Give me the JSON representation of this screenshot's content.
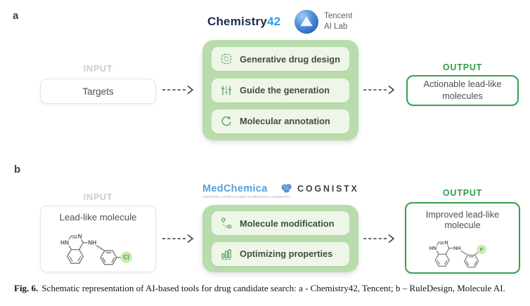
{
  "panel_a": {
    "label": "a",
    "logos": {
      "chemistry42_part1": "Chemistry",
      "chemistry42_part2": "42",
      "tencent_line1": "Tencent",
      "tencent_line2": "AI Lab"
    },
    "input": {
      "label": "INPUT",
      "box_text": "Targets"
    },
    "tools": [
      {
        "icon": "generative-drug-design-icon",
        "label": "Generative drug design"
      },
      {
        "icon": "sliders-icon",
        "label": "Guide the generation"
      },
      {
        "icon": "refresh-icon",
        "label": "Molecular annotation"
      }
    ],
    "output": {
      "label": "OUTPUT",
      "box_text": "Actionable lead-like molecules"
    }
  },
  "panel_b": {
    "label": "b",
    "logos": {
      "medchemica_name": "MedChemica",
      "medchemica_tagline": "CREATING A STEP CHANGE IN MEDICINAL CHEMISTRY",
      "cognistx_name": "COGNISTX"
    },
    "input": {
      "label": "INPUT",
      "box_title": "Lead-like molecule",
      "molecule": {
        "hn": "HN",
        "n": "N",
        "nh": "NH",
        "halogen": "Cl"
      }
    },
    "tools": [
      {
        "icon": "transform-icon",
        "label": "Molecule modification"
      },
      {
        "icon": "bar-chart-icon",
        "label": "Optimizing properties"
      }
    ],
    "output": {
      "label": "OUTPUT",
      "box_title": "Improved lead-like molecule",
      "molecule": {
        "hn": "HN",
        "n": "N",
        "nh": "NH",
        "halogen": "F"
      }
    }
  },
  "caption": {
    "prefix": "Fig. 6.",
    "text": "Schematic representation of AI-based tools for drug candidate search: a - Chemistry42, Tencent; b – RuleDesign, Molecule AI."
  },
  "colors": {
    "panel_green": "#b9dcad",
    "pill_green": "#eef7e7",
    "accent_green": "#2f9e4a",
    "chemistry42_blue": "#2a9df4",
    "tencent_blue": "#2a6fc4",
    "medchemica_blue": "#58a0d8",
    "input_label_gray": "#c8ccd1",
    "halogen_highlight": "#cdeab8"
  }
}
